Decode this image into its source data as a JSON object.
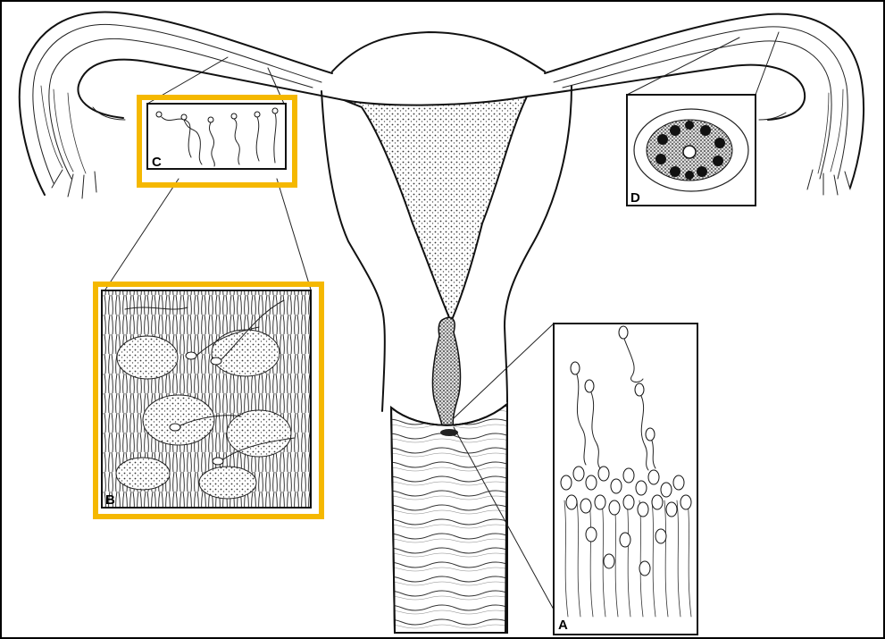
{
  "diagram": {
    "panels": [
      {
        "id": "A",
        "label": "A",
        "highlighted": false
      },
      {
        "id": "B",
        "label": "B",
        "highlighted": true
      },
      {
        "id": "C",
        "label": "C",
        "highlighted": true
      },
      {
        "id": "D",
        "label": "D",
        "highlighted": false
      }
    ],
    "colors": {
      "background_border": "#000000",
      "paper": "#ffffff",
      "ink": "#111111",
      "highlight": "#f5b800"
    }
  }
}
